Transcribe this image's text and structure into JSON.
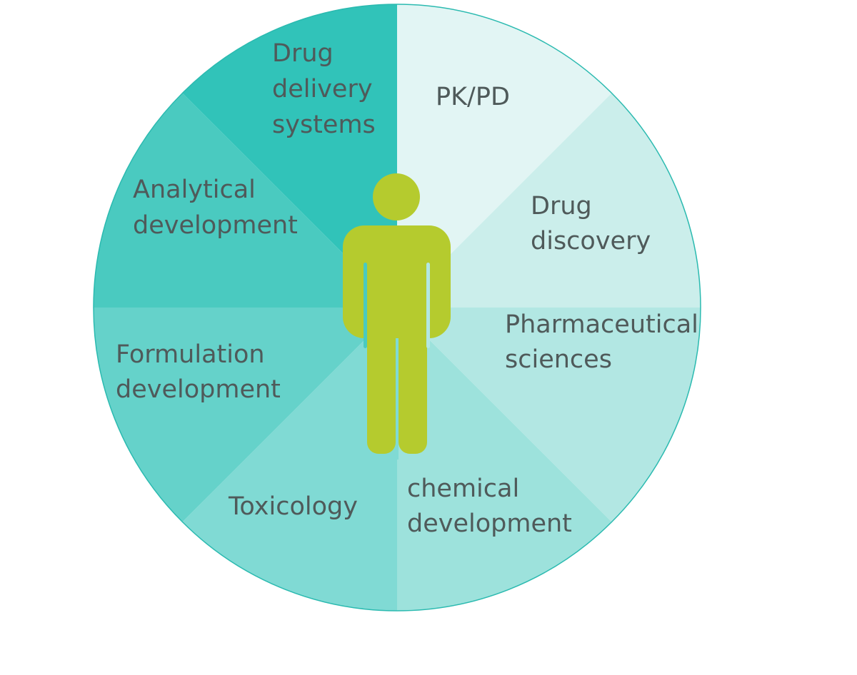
{
  "segments": [
    {
      "id": "pkpd",
      "lines": [
        "PK/PD"
      ],
      "color": "#e2f5f4"
    },
    {
      "id": "drug-discovery",
      "lines": [
        "Drug",
        "discovery"
      ],
      "color": "#cbeeeb"
    },
    {
      "id": "pharmaceutical-sciences",
      "lines": [
        "Pharmaceutical",
        "sciences"
      ],
      "color": "#b2e7e3"
    },
    {
      "id": "chemical-development",
      "lines": [
        "chemical",
        "development"
      ],
      "color": "#9de2dc"
    },
    {
      "id": "toxicology",
      "lines": [
        "Toxicology"
      ],
      "color": "#80dad4"
    },
    {
      "id": "formulation-development",
      "lines": [
        "Formulation",
        "development"
      ],
      "color": "#65d2ca"
    },
    {
      "id": "analytical-development",
      "lines": [
        "Analytical",
        "development"
      ],
      "color": "#4acac0"
    },
    {
      "id": "drug-delivery-systems",
      "lines": [
        "Drug",
        "delivery",
        "systems"
      ],
      "color": "#31c3b9"
    }
  ],
  "figure_color": "#b5cb2e",
  "rim_color": "#2bbab0"
}
